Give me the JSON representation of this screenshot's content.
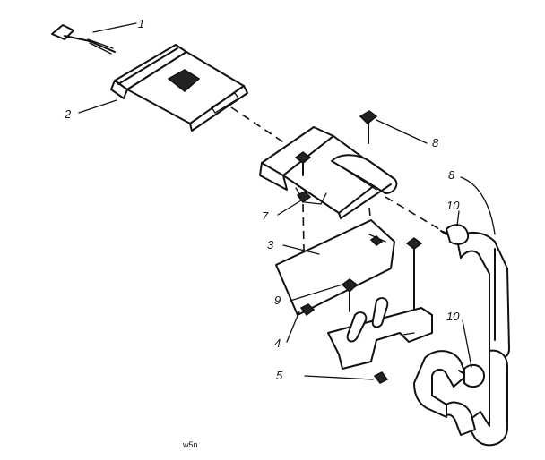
{
  "callouts": {
    "c1": "1",
    "c2": "2",
    "c3": "3",
    "c4": "4",
    "c5": "5",
    "c7": "7",
    "c8a": "8",
    "c8b": "8",
    "c9": "9",
    "c10a": "10",
    "c10b": "10"
  },
  "footer_code": "w5n",
  "colors": {
    "ink": "#111111",
    "background": "#ffffff"
  }
}
